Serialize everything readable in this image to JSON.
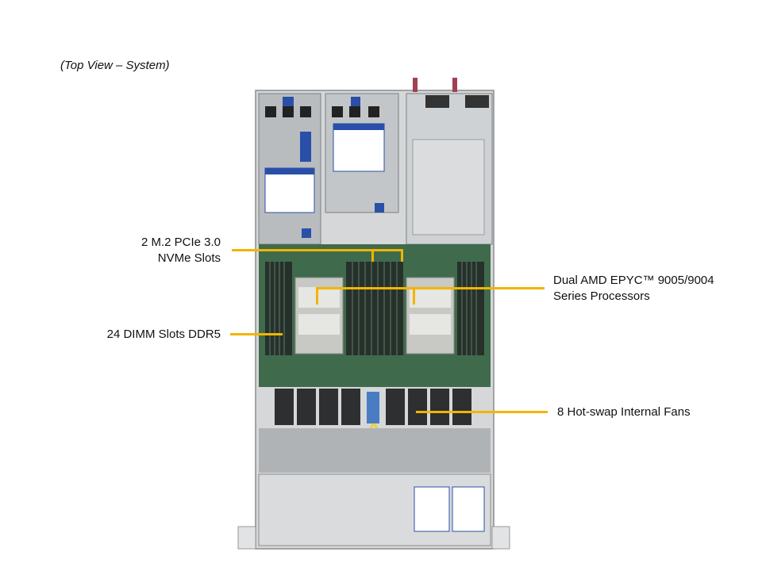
{
  "caption": "(Top View – System)",
  "callouts": {
    "m2": {
      "line1": "2 M.2 PCIe 3.0",
      "line2": "NVMe Slots"
    },
    "dimm": {
      "text": "24 DIMM Slots DDR5"
    },
    "cpu": {
      "line1": "Dual AMD EPYC™ 9005/9004",
      "line2": "Series Processors"
    },
    "fans": {
      "text": "8 Hot-swap Internal Fans"
    }
  },
  "colors": {
    "leader": "#f2b400",
    "pcb": "#3f6b4c",
    "chassis": "#c9cbcd"
  }
}
